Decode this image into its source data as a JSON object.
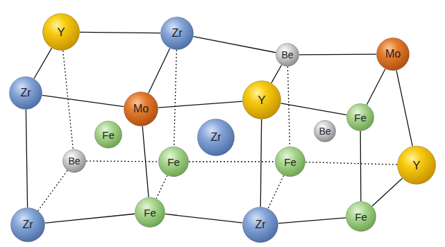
{
  "diagram": {
    "nodes": [
      {
        "text": [
          "Y"
        ]
      },
      {
        "text": [
          "Zr"
        ]
      },
      {
        "text": [
          "Be"
        ]
      },
      {
        "text": [
          "Mo"
        ]
      },
      {
        "text": [
          "Zr"
        ]
      },
      {
        "text": [
          "Mo"
        ]
      },
      {
        "text": [
          "Y"
        ]
      },
      {
        "text": [
          "Fe"
        ]
      },
      {
        "text": [
          "Fe"
        ]
      },
      {
        "text": [
          "Zr"
        ]
      },
      {
        "text": [
          "Be"
        ]
      },
      {
        "text": [
          "Be"
        ]
      },
      {
        "text": [
          "Fe"
        ]
      },
      {
        "text": [
          "Fe"
        ]
      },
      {
        "text": [
          "Y"
        ]
      },
      {
        "text": [
          "Zr"
        ]
      },
      {
        "text": [
          "Fe"
        ]
      },
      {
        "text": [
          "Zr"
        ]
      },
      {
        "text": [
          "Fe"
        ]
      }
    ],
    "edges": [
      {
        "from": 0,
        "to": 1,
        "arrow": "none"
      },
      {
        "from": 0,
        "to": 4,
        "arrow": "none"
      },
      {
        "from": 0,
        "to": 11,
        "arrow": "none"
      },
      {
        "from": 1,
        "to": 5,
        "arrow": "none"
      },
      {
        "from": 1,
        "to": 2,
        "arrow": "none"
      },
      {
        "from": 1,
        "to": 12,
        "arrow": "none"
      },
      {
        "from": 2,
        "to": 3,
        "arrow": "none"
      },
      {
        "from": 2,
        "to": 6,
        "arrow": "none"
      },
      {
        "from": 2,
        "to": 13,
        "arrow": "none"
      },
      {
        "from": 3,
        "to": 7,
        "arrow": "none"
      },
      {
        "from": 3,
        "to": 14,
        "arrow": "none"
      },
      {
        "from": 4,
        "to": 5,
        "arrow": "none"
      },
      {
        "from": 4,
        "to": 15,
        "arrow": "none"
      },
      {
        "from": 5,
        "to": 6,
        "arrow": "none"
      },
      {
        "from": 5,
        "to": 16,
        "arrow": "none"
      },
      {
        "from": 6,
        "to": 7,
        "arrow": "none"
      },
      {
        "from": 6,
        "to": 17,
        "arrow": "none"
      },
      {
        "from": 7,
        "to": 18,
        "arrow": "none"
      },
      {
        "from": 11,
        "to": 12,
        "arrow": "none"
      },
      {
        "from": 11,
        "to": 15,
        "arrow": "none"
      },
      {
        "from": 12,
        "to": 16,
        "arrow": "none"
      },
      {
        "from": 12,
        "to": 13,
        "arrow": "none"
      },
      {
        "from": 13,
        "to": 14,
        "arrow": "none"
      },
      {
        "from": 13,
        "to": 17,
        "arrow": "none"
      },
      {
        "from": 15,
        "to": 16,
        "arrow": "none"
      },
      {
        "from": 16,
        "to": 17,
        "arrow": "none"
      },
      {
        "from": 17,
        "to": 18,
        "arrow": "none"
      },
      {
        "from": 18,
        "to": 14,
        "arrow": "none"
      }
    ]
  }
}
